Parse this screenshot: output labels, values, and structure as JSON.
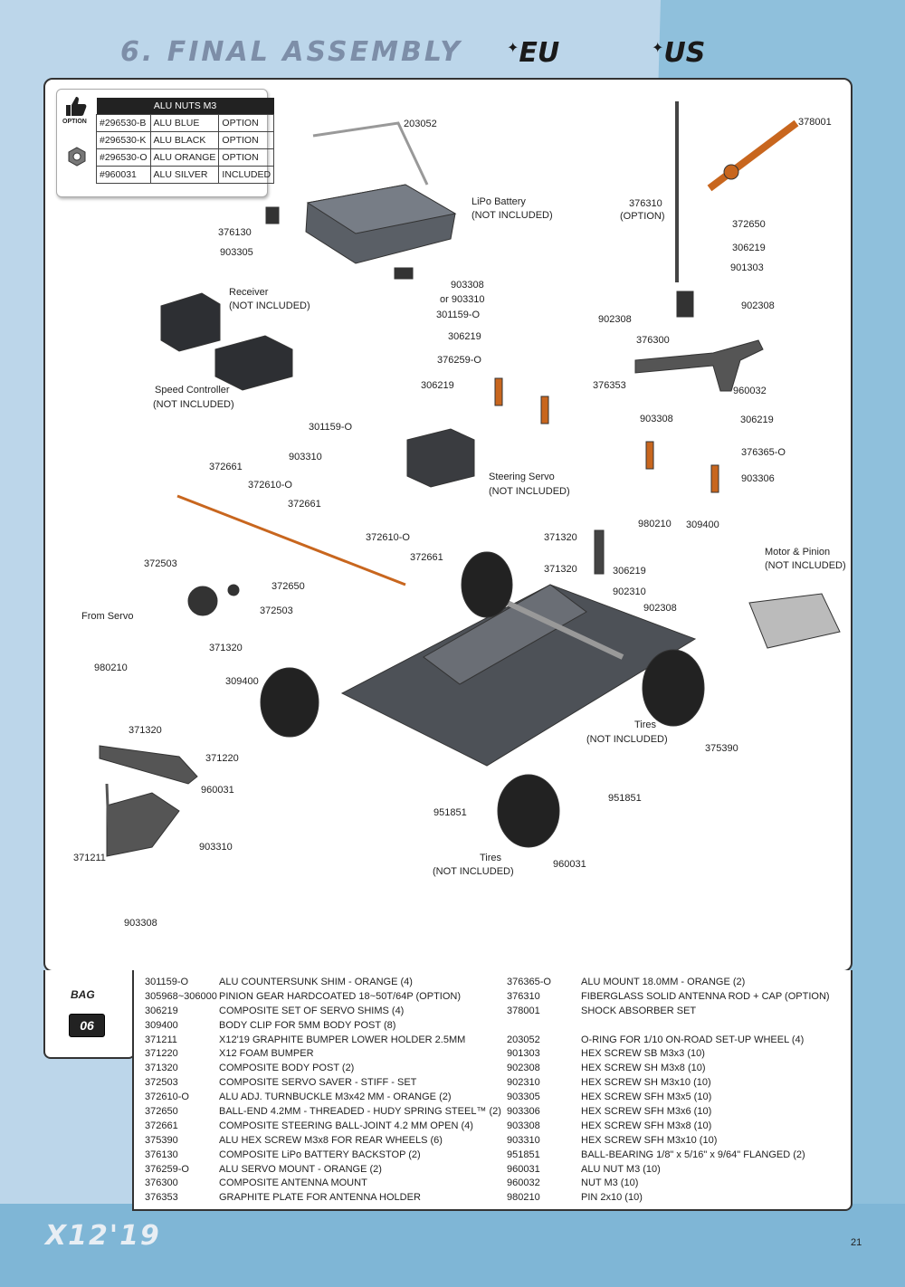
{
  "header": {
    "title": "6. FINAL ASSEMBLY",
    "badge_eu": "EU",
    "badge_us": "US"
  },
  "option_box": {
    "label": "OPTION",
    "table_title": "ALU NUTS M3",
    "rows": [
      {
        "code": "#296530-B",
        "name": "ALU BLUE",
        "status": "OPTION"
      },
      {
        "code": "#296530-K",
        "name": "ALU BLACK",
        "status": "OPTION"
      },
      {
        "code": "#296530-O",
        "name": "ALU ORANGE",
        "status": "OPTION"
      },
      {
        "code": "#960031",
        "name": "ALU SILVER",
        "status": "INCLUDED"
      }
    ]
  },
  "diagram_labels": [
    "203052",
    "378001",
    "LiPo Battery",
    "(NOT INCLUDED)",
    "376130",
    "903305",
    "376310",
    "(OPTION)",
    "372650",
    "306219",
    "901303",
    "Receiver",
    "(NOT INCLUDED)",
    "903308",
    "or 903310",
    "301159-O",
    "902308",
    "902308",
    "376300",
    "306219",
    "376259-O",
    "376353",
    "960032",
    "Speed Controller",
    "(NOT INCLUDED)",
    "306219",
    "903308",
    "306219",
    "301159-O",
    "376365-O",
    "903310",
    "Steering Servo",
    "(NOT INCLUDED)",
    "372661",
    "903306",
    "372610-O",
    "372661",
    "980210",
    "309400",
    "371320",
    "Motor & Pinion",
    "(NOT INCLUDED)",
    "372610-O",
    "372661",
    "372503",
    "371320",
    "306219",
    "372650",
    "902310",
    "372503",
    "902308",
    "From Servo",
    "371320",
    "980210",
    "309400",
    "Tires",
    "(NOT INCLUDED)",
    "371320",
    "375390",
    "371220",
    "960031",
    "951851",
    "951851",
    "903310",
    "371211",
    "Tires",
    "(NOT INCLUDED)",
    "960031",
    "903308"
  ],
  "bag": {
    "label": "BAG",
    "number": "06"
  },
  "parts_left": [
    {
      "code": "301159-O",
      "desc": "ALU COUNTERSUNK SHIM - ORANGE (4)"
    },
    {
      "code": "305968~306000",
      "desc": "PINION GEAR HARDCOATED 18~50T/64P (OPTION)"
    },
    {
      "code": "306219",
      "desc": "COMPOSITE SET OF SERVO SHIMS (4)"
    },
    {
      "code": "309400",
      "desc": "BODY CLIP FOR 5MM BODY POST (8)"
    },
    {
      "code": "371211",
      "desc": "X12'19 GRAPHITE BUMPER LOWER HOLDER 2.5MM"
    },
    {
      "code": "371220",
      "desc": "X12 FOAM BUMPER"
    },
    {
      "code": "371320",
      "desc": "COMPOSITE BODY POST (2)"
    },
    {
      "code": "372503",
      "desc": "COMPOSITE SERVO SAVER - STIFF - SET"
    },
    {
      "code": "372610-O",
      "desc": "ALU ADJ. TURNBUCKLE M3x42 MM - ORANGE (2)"
    },
    {
      "code": "372650",
      "desc": "BALL-END 4.2MM - THREADED - HUDY SPRING STEEL™ (2)"
    },
    {
      "code": "372661",
      "desc": "COMPOSITE STEERING BALL-JOINT 4.2 MM OPEN (4)"
    },
    {
      "code": "375390",
      "desc": "ALU HEX SCREW M3x8 FOR REAR WHEELS (6)"
    },
    {
      "code": "376130",
      "desc": "COMPOSITE LiPo BATTERY BACKSTOP (2)"
    },
    {
      "code": "376259-O",
      "desc": "ALU SERVO MOUNT - ORANGE (2)"
    },
    {
      "code": "376300",
      "desc": "COMPOSITE ANTENNA MOUNT"
    },
    {
      "code": "376353",
      "desc": "GRAPHITE PLATE FOR ANTENNA HOLDER"
    }
  ],
  "parts_right": [
    {
      "code": "376365-O",
      "desc": "ALU MOUNT 18.0MM - ORANGE (2)"
    },
    {
      "code": "376310",
      "desc": "FIBERGLASS SOLID ANTENNA ROD + CAP (OPTION)"
    },
    {
      "code": "378001",
      "desc": "SHOCK ABSORBER SET"
    },
    {
      "code": "",
      "desc": ""
    },
    {
      "code": "203052",
      "desc": "O-RING FOR 1/10 ON-ROAD SET-UP WHEEL (4)"
    },
    {
      "code": "901303",
      "desc": "HEX SCREW SB M3x3  (10)"
    },
    {
      "code": "902308",
      "desc": "HEX SCREW SH M3x8  (10)"
    },
    {
      "code": "902310",
      "desc": "HEX SCREW SH M3x10  (10)"
    },
    {
      "code": "903305",
      "desc": "HEX SCREW SFH M3x5  (10)"
    },
    {
      "code": "903306",
      "desc": "HEX SCREW SFH M3x6  (10)"
    },
    {
      "code": "903308",
      "desc": "HEX SCREW SFH M3x8  (10)"
    },
    {
      "code": "903310",
      "desc": "HEX SCREW SFH M3x10  (10)"
    },
    {
      "code": "951851",
      "desc": "BALL-BEARING 1/8\" x 5/16\" x 9/64\" FLANGED  (2)"
    },
    {
      "code": "960031",
      "desc": "ALU NUT M3 (10)"
    },
    {
      "code": "960032",
      "desc": "NUT M3  (10)"
    },
    {
      "code": "980210",
      "desc": "PIN 2x10  (10)"
    }
  ],
  "footer": {
    "logo": "X12'19",
    "page_number": "21"
  }
}
